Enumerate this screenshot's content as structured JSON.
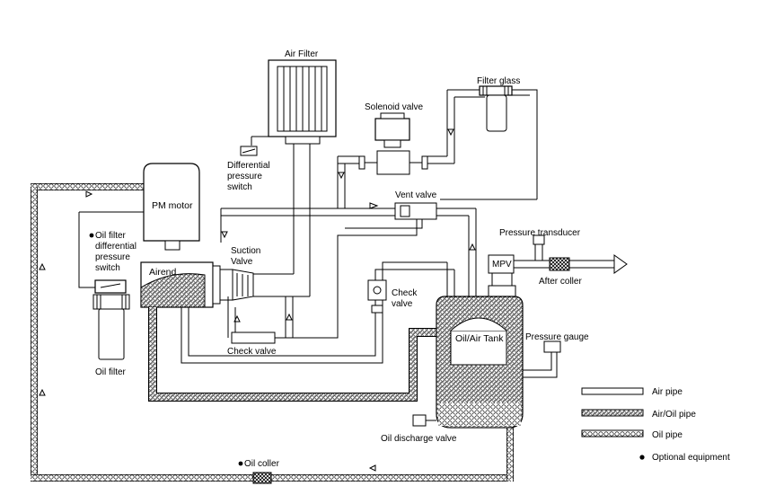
{
  "components": {
    "air_filter": "Air Filter",
    "filter_glass": "Filter glass",
    "solenoid_valve": "Solenoid valve",
    "differential_switch_1": "Differential",
    "differential_switch_2": "pressure",
    "differential_switch_3": "switch",
    "pm_motor": "PM motor",
    "vent_valve": "Vent valve",
    "oil_filter_switch_1": "Oil filter",
    "oil_filter_switch_2": "differential",
    "oil_filter_switch_3": "pressure",
    "oil_filter_switch_4": "switch",
    "airend": "Airend",
    "suction_valve_1": "Suction",
    "suction_valve_2": "Valve",
    "pressure_transducer": "Pressure transducer",
    "mpv": "MPV",
    "after_cooler": "After coller",
    "check_valve_right_1": "Check",
    "check_valve_right_2": "valve",
    "check_valve_bottom": "Check valve",
    "oil_air_tank": "Oil/Air Tank",
    "pressure_gauge": "Pressure gauge",
    "oil_filter": "Oil filter",
    "oil_discharge_valve": "Oil discharge valve",
    "oil_cooler": "Oil coller"
  },
  "legend": {
    "air_pipe": "Air pipe",
    "air_oil_pipe": "Air/Oil pipe",
    "oil_pipe": "Oil pipe",
    "optional_equipment": "Optional equipment"
  }
}
